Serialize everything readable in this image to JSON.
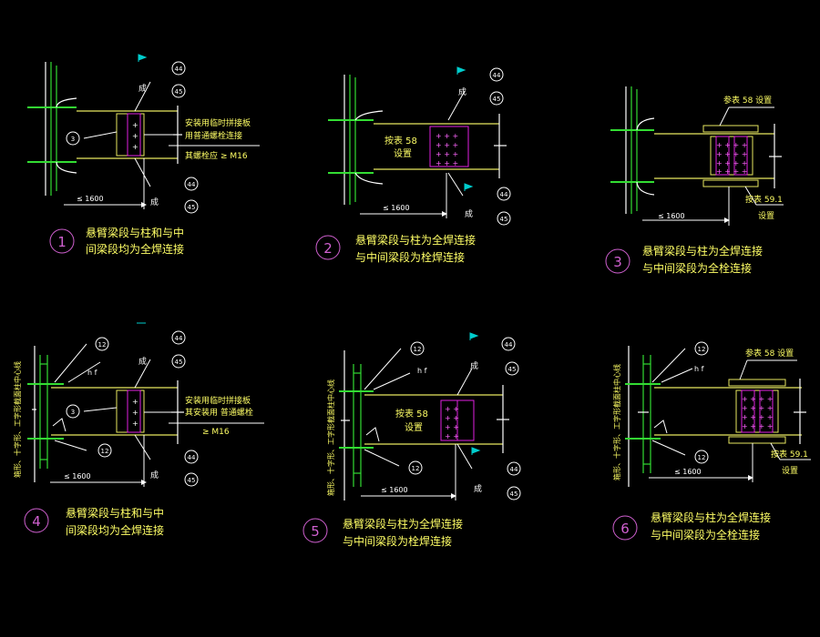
{
  "colors": {
    "background": "#000000",
    "line": "#ffffff",
    "column": "#33dd33",
    "beam": "#e8e860",
    "plate": "#e020e0",
    "label": "#ffff66",
    "circle": "#d060d0",
    "weld_flag": "#00cccc"
  },
  "details": [
    {
      "num": "1",
      "caption_line1": "悬臂梁段与柱和与中",
      "caption_line2": "间梁段均为全焊连接",
      "dim": "≤ 1600",
      "refs": [
        "44",
        "45",
        "44",
        "45"
      ],
      "weld_char": "成",
      "callout_num": "3",
      "note_line1": "安装用临时拼接板",
      "note_line2": "用普通螺栓连接",
      "note_line3": "其螺栓应",
      "note_bolt": "≥ M16"
    },
    {
      "num": "2",
      "caption_line1": "悬臂梁段与柱为全焊连接",
      "caption_line2": "与中间梁段为栓焊连接",
      "dim": "≤ 1600",
      "refs": [
        "44",
        "45",
        "44",
        "45"
      ],
      "weld_char": "成",
      "beam_label1": "按表 58",
      "beam_label2": "设置"
    },
    {
      "num": "3",
      "caption_line1": "悬臂梁段与柱为全焊连接",
      "caption_line2": "与中间梁段为全栓连接",
      "dim": "≤ 1600",
      "top_label": "参表 58  设置",
      "bot_label1": "按表 59.1",
      "bot_label2": "设置"
    },
    {
      "num": "4",
      "caption_line1": "悬臂梁段与柱和与中",
      "caption_line2": "间梁段均为全焊连接",
      "dim": "≤ 1600",
      "refs": [
        "12",
        "44",
        "45",
        "12",
        "44",
        "45"
      ],
      "weld_char": "成",
      "callout_num": "3",
      "hf": "h f",
      "side_text": "箱形、十字形、工字形截面柱中心线",
      "note_line1": "安装用临时拼接板",
      "note_line2": "其安装用   普通螺栓",
      "note_bolt": "≥ M16"
    },
    {
      "num": "5",
      "caption_line1": "悬臂梁段与柱为全焊连接",
      "caption_line2": "与中间梁段为栓焊连接",
      "dim": "≤ 1600",
      "refs": [
        "12",
        "44",
        "45",
        "12",
        "44",
        "45"
      ],
      "weld_char": "成",
      "hf": "h f",
      "side_text": "箱形、十字形、工字形截面柱中心线",
      "beam_label1": "按表 58",
      "beam_label2": "设置"
    },
    {
      "num": "6",
      "caption_line1": "悬臂梁段与柱为全焊连接",
      "caption_line2": "与中间梁段为全栓连接",
      "dim": "≤ 1600",
      "refs": [
        "12",
        "12"
      ],
      "hf": "h f",
      "side_text": "箱形、十字形、工字形截面柱中心线",
      "top_label": "参表 58  设置",
      "bot_label1": "按表 59.1",
      "bot_label2": "设置"
    }
  ]
}
